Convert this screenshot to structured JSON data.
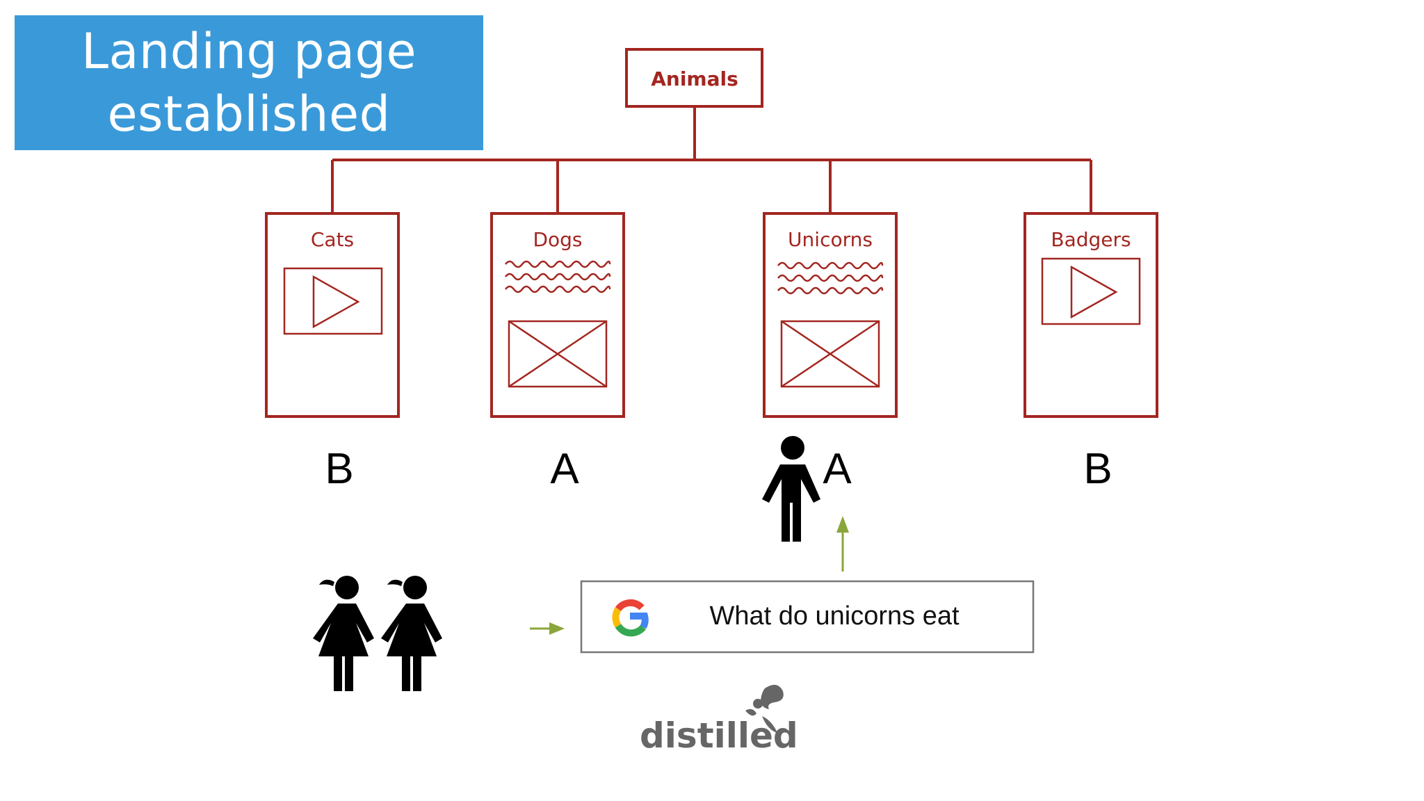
{
  "title": {
    "line1": "Landing page",
    "line2": "established"
  },
  "tree": {
    "root": "Animals",
    "children": [
      {
        "label": "Cats",
        "grade": "B"
      },
      {
        "label": "Dogs",
        "grade": "A"
      },
      {
        "label": "Unicorns",
        "grade": "A"
      },
      {
        "label": "Badgers",
        "grade": "B"
      }
    ]
  },
  "search": {
    "query": "What do unicorns eat"
  },
  "logo": {
    "text": "distilled"
  },
  "colors": {
    "accent": "#a32620",
    "title_bg": "#3a9ad9",
    "arrow": "#8aa63a"
  }
}
